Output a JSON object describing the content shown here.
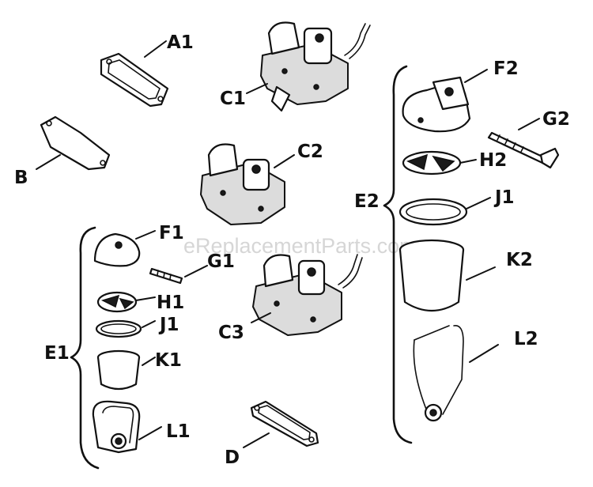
{
  "watermark": "eReplacementParts.com",
  "labels": {
    "a1": "A1",
    "b": "B",
    "c1": "C1",
    "c2": "C2",
    "c3": "C3",
    "d": "D",
    "e1": "E1",
    "e2": "E2",
    "f1": "F1",
    "f2": "F2",
    "g1": "G1",
    "g2": "G2",
    "h1": "H1",
    "h2": "H2",
    "j1_left": "J1",
    "j1_right": "J1",
    "k1": "K1",
    "k2": "K2",
    "l1": "L1",
    "l2": "L2"
  }
}
